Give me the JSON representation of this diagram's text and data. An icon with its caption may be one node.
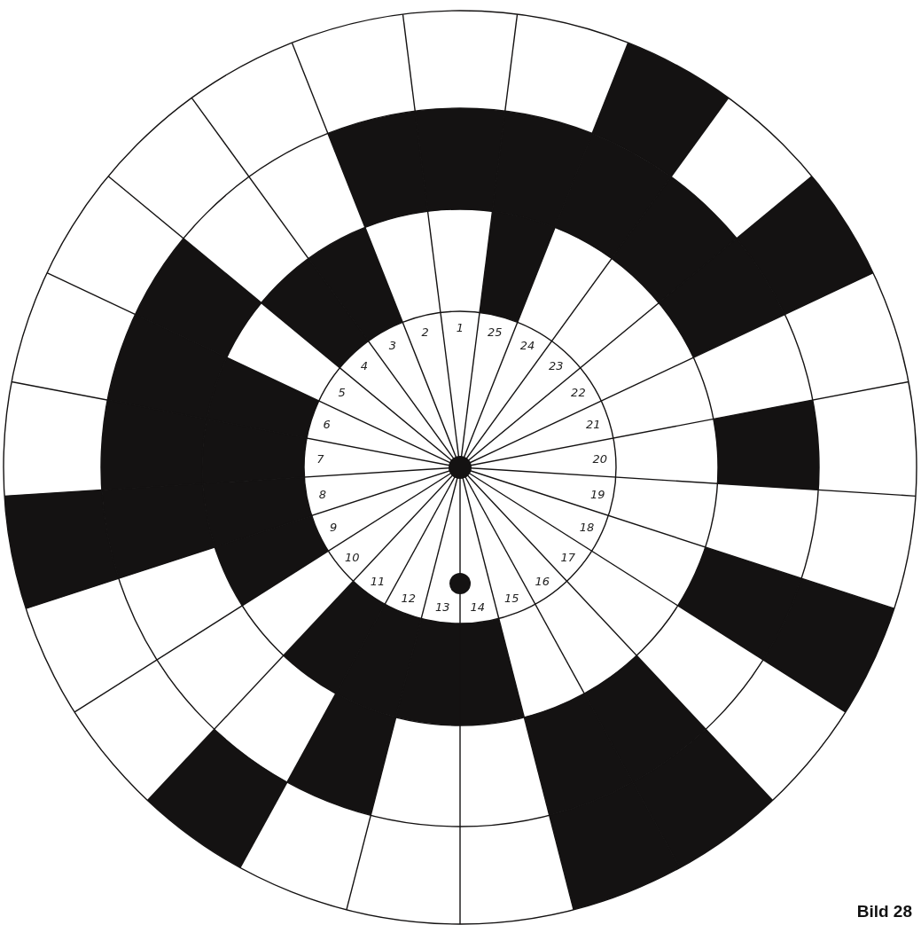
{
  "diagram": {
    "caption": "Bild 28",
    "labels": [
      "1",
      "2",
      "3",
      "4",
      "5",
      "6",
      "7",
      "8",
      "9",
      "10",
      "11",
      "12",
      "13",
      "14",
      "15",
      "16",
      "17",
      "18",
      "19",
      "20",
      "21",
      "22",
      "23",
      "24",
      "25"
    ]
  }
}
